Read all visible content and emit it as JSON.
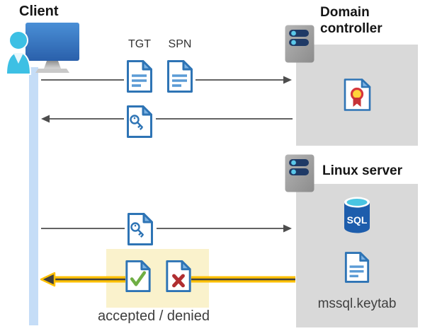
{
  "client": {
    "label": "Client"
  },
  "domain_controller": {
    "title": "Domain controller"
  },
  "linux_server": {
    "title": "Linux server",
    "database_label": "SQL",
    "keytab_label": "mssql.keytab"
  },
  "flow": {
    "tgt_label": "TGT",
    "spn_label": "SPN",
    "result_label": "accepted / denied"
  },
  "colors": {
    "doc_blue": "#2e74b5",
    "doc_line_blue": "#5b9bd5",
    "fold_blue": "#7eb3e3",
    "arrow_gray": "#4d4d4d",
    "accent_yellow": "#ffc000",
    "highlight_fill": "#faf2cc",
    "box_gray": "#d9d9d9",
    "lifeline_blue": "#c5ddf7",
    "accepted_green": "#6fae44",
    "denied_red": "#b02e31",
    "server_pill_navy": "#1f3a66",
    "server_led_cyan": "#5bc8ea",
    "sql_body_blue": "#1d5dac",
    "sql_top_cyan": "#49c5e2",
    "person_cyan": "#3dc0e4",
    "cert_seal_yellow": "#ffd43b",
    "cert_ribbon_red": "#c63237"
  }
}
